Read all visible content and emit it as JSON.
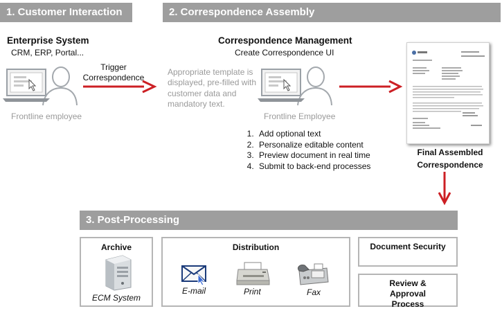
{
  "banners": {
    "customer_interaction": "1. Customer Interaction",
    "correspondence_assembly": "2. Correspondence Assembly",
    "post_processing": "3. Post-Processing"
  },
  "enterprise": {
    "title": "Enterprise System",
    "subtitle": "CRM, ERP, Portal...",
    "employee_label": "Frontline employee"
  },
  "trigger": {
    "line1": "Trigger",
    "line2": "Correspondence"
  },
  "template_note": "Appropriate template is displayed, pre-filled with customer data and mandatory text.",
  "correspondence_mgmt": {
    "title": "Correspondence Management",
    "subtitle": "Create Correspondence UI",
    "employee_label": "Frontline Employee",
    "steps": [
      "Add optional text",
      "Personalize editable content",
      "Preview document in real time",
      "Submit to back-end processes"
    ]
  },
  "final_output": {
    "line1": "Final Assembled",
    "line2": "Correspondence"
  },
  "post": {
    "archive": {
      "title": "Archive",
      "caption": "ECM System"
    },
    "distribution": {
      "title": "Distribution",
      "email": "E-mail",
      "print": "Print",
      "fax": "Fax"
    },
    "document_security": "Document Security",
    "review_approval": "Review & Approval Process"
  },
  "colors": {
    "banner": "#9e9e9e",
    "arrow": "#cc1f24",
    "icon_gray": "#9aa0a6",
    "box_border": "#b5b5b5"
  }
}
